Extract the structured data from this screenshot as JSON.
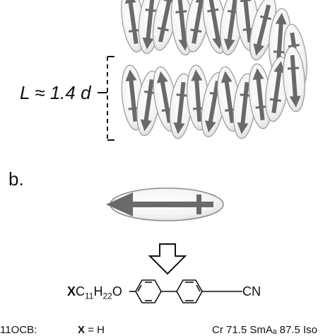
{
  "panel_b_label": "b.",
  "layer_spacing_label": "L ≈ 1.4 d",
  "molecule": {
    "terminal_group_symbol": "X",
    "chain_carbon": "C",
    "chain_carbon_count": "11",
    "chain_hydrogen": "H",
    "chain_hydrogen_count": "22",
    "linker_atom": "O",
    "end_group": "CN"
  },
  "compound": {
    "name": "11OCB:",
    "substituent_symbol": "X",
    "substituent_eq": "= H",
    "phase_sequence": "Cr 71.5 SmAₐ 87.5 Iso"
  },
  "colors": {
    "ellipse_fill": "#f4f4f4",
    "ellipse_stroke": "#9a9a9a",
    "arrow_fill": "#6a6a6a",
    "ink": "#111111"
  },
  "icons": [
    "molecular-ellipsoid-icon",
    "dipole-arrow-icon",
    "down-arrow-icon",
    "biphenyl-ring-icon"
  ]
}
